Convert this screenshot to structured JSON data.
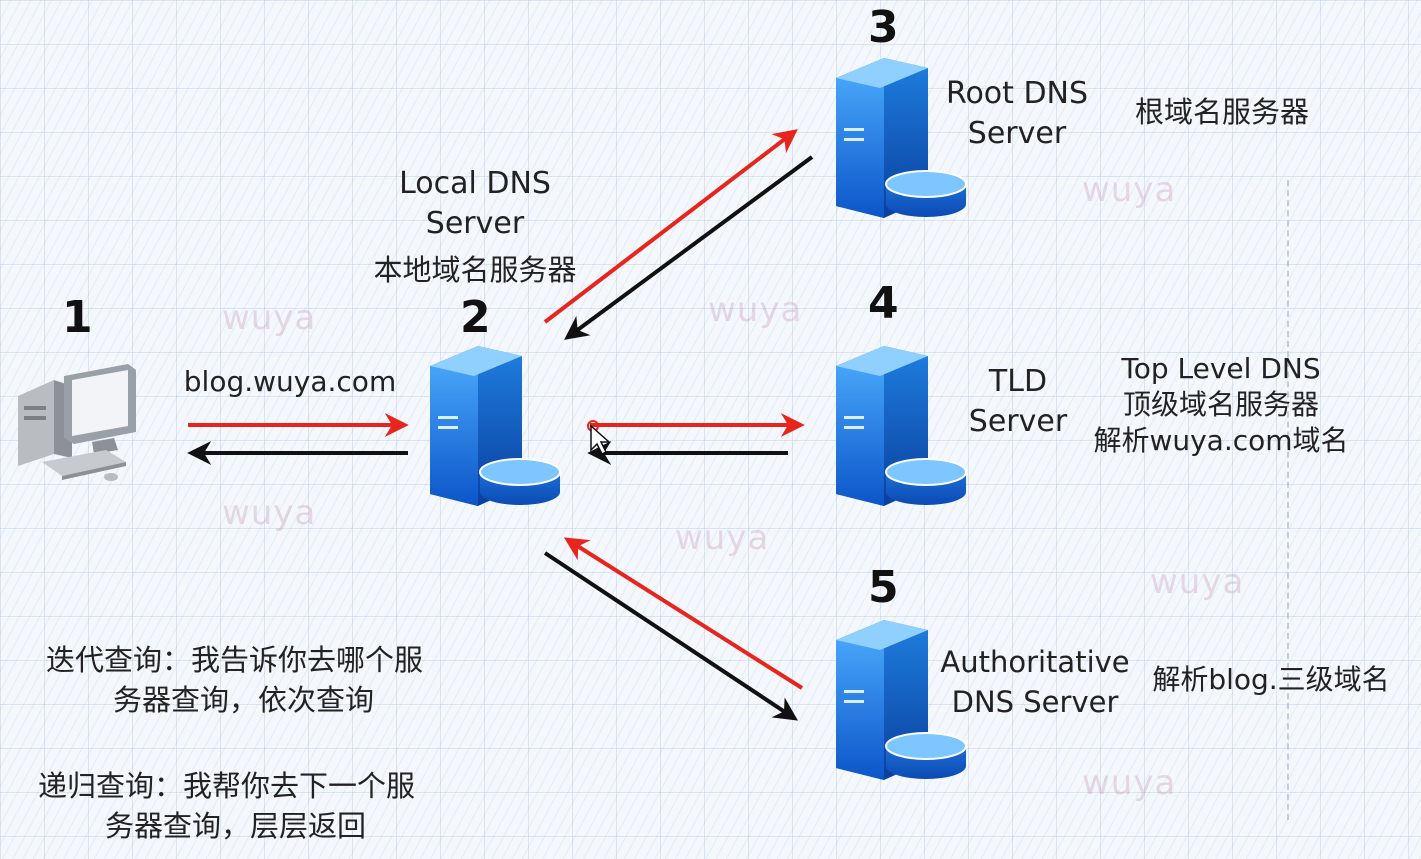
{
  "nodes": {
    "client": {
      "number": "1"
    },
    "local": {
      "number": "2",
      "name": "Local DNS\nServer",
      "name_cn": "本地域名服务器"
    },
    "root": {
      "number": "3",
      "name": "Root DNS\nServer",
      "desc": "根域名服务器"
    },
    "tld": {
      "number": "4",
      "name": "TLD\nServer",
      "desc_line1": "Top Level DNS",
      "desc_line2": "顶级域名服务器",
      "desc_line3": "解析wuya.com域名"
    },
    "auth": {
      "number": "5",
      "name": "Authoritative\nDNS Server",
      "desc": "解析blog.三级域名"
    }
  },
  "query_domain": "blog.wuya.com",
  "notes": {
    "iterative_line1": "迭代查询：我告诉你去哪个服",
    "iterative_line2": "务器查询，依次查询",
    "recursive_line1": "递归查询：我帮你去下一个服",
    "recursive_line2": "务器查询，层层返回"
  },
  "watermark": "wuya",
  "colors": {
    "request": "#e8251c",
    "response": "#111111",
    "server_blue": "#1f7fe0"
  }
}
